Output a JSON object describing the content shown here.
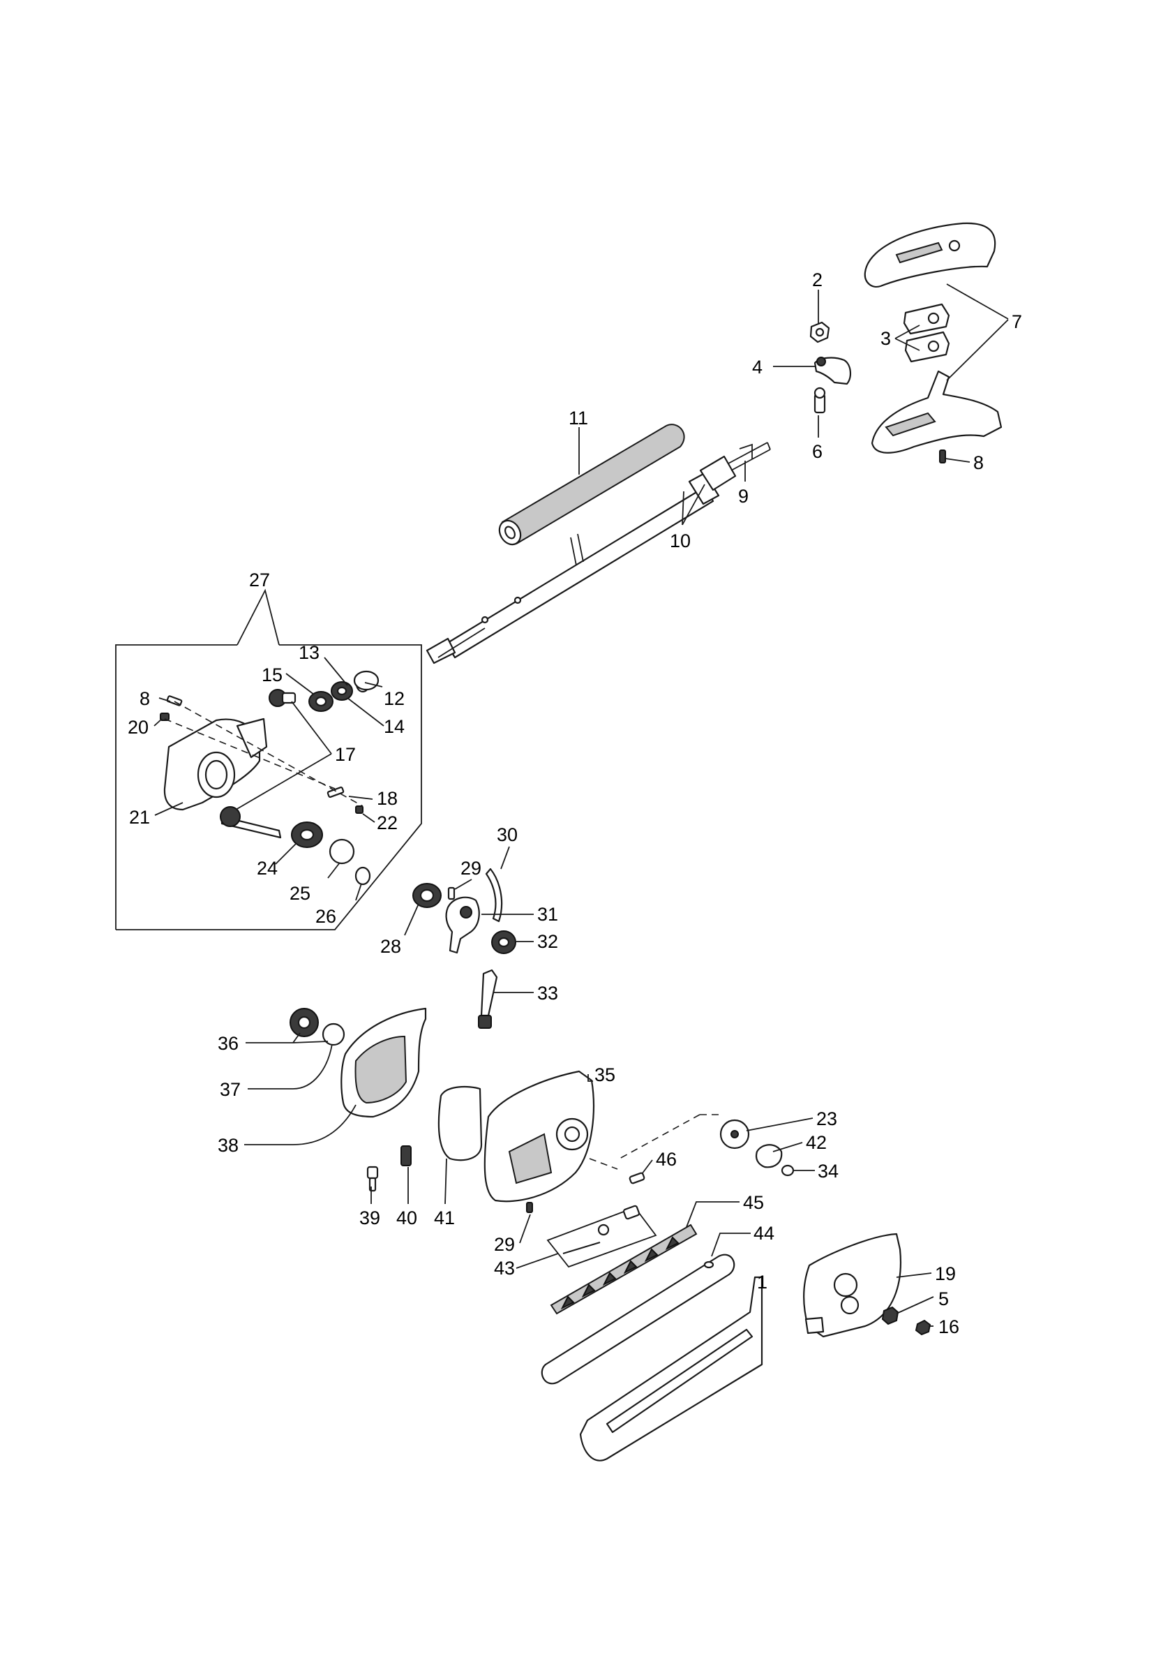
{
  "callouts": {
    "c1": "1",
    "c2": "2",
    "c3": "3",
    "c4": "4",
    "c5": "5",
    "c6": "6",
    "c7": "7",
    "c8a": "8",
    "c8b": "8",
    "c9": "9",
    "c10": "10",
    "c11": "11",
    "c12": "12",
    "c13": "13",
    "c14": "14",
    "c15": "15",
    "c16": "16",
    "c17": "17",
    "c18": "18",
    "c19": "19",
    "c20": "20",
    "c21": "21",
    "c22": "22",
    "c23": "23",
    "c24": "24",
    "c25": "25",
    "c26": "26",
    "c27": "27",
    "c28": "28",
    "c29a": "29",
    "c29b": "29",
    "c30": "30",
    "c31": "31",
    "c32": "32",
    "c33": "33",
    "c34": "34",
    "c35": "35",
    "c36": "36",
    "c37": "37",
    "c38": "38",
    "c39": "39",
    "c40": "40",
    "c41": "41",
    "c42": "42",
    "c43": "43",
    "c44": "44",
    "c45": "45",
    "c46": "46"
  }
}
